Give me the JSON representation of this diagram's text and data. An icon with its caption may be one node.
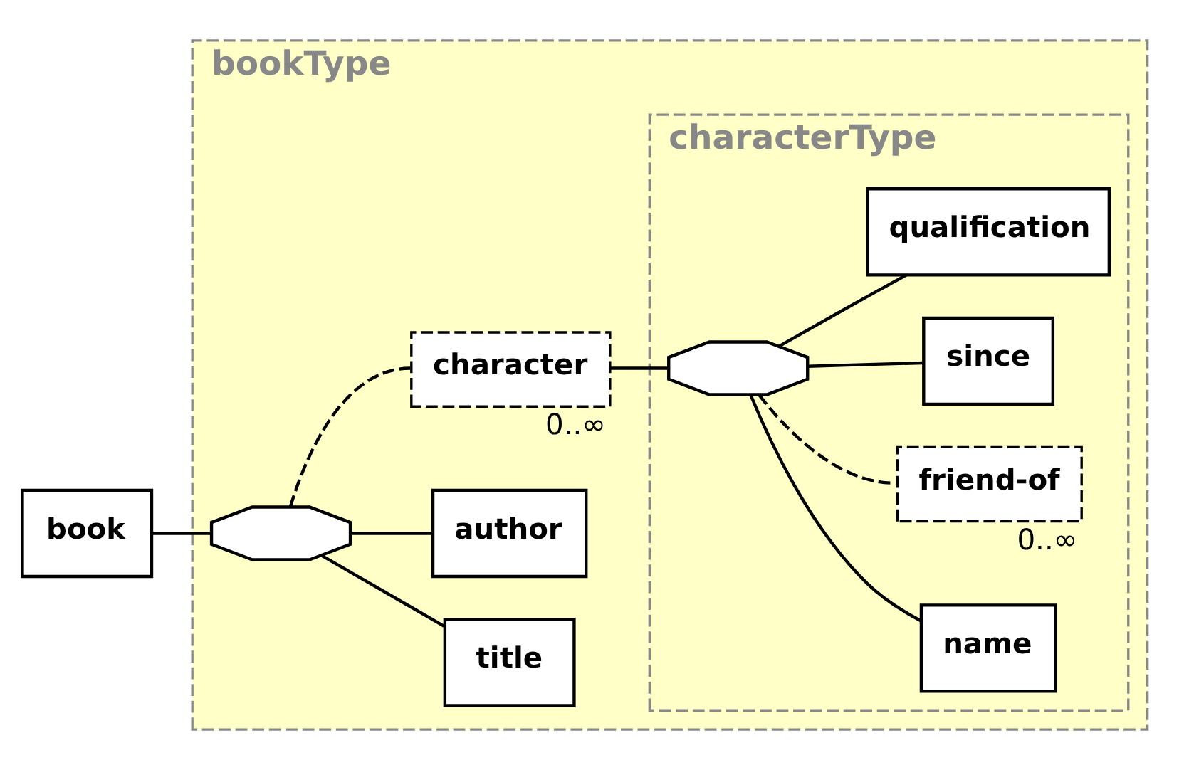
{
  "diagram": {
    "nodes": [
      {
        "text": [
          "bookType"
        ]
      },
      {
        "text": [
          "book"
        ]
      },
      {
        "text": [],
        "shape": "octagon",
        "in": 0
      },
      {
        "text": [
          "title"
        ],
        "in": 0
      },
      {
        "text": [
          "author"
        ],
        "in": 0
      },
      {
        "text": [
          "character"
        ],
        "in": 0,
        "beside": [
          "0..∞"
        ]
      },
      {
        "text": [
          "characterType"
        ],
        "in": 0
      },
      {
        "text": [],
        "shape": "octagon",
        "in": 6
      },
      {
        "text": [
          "name"
        ],
        "in": 6
      },
      {
        "text": [
          "friend-of"
        ],
        "in": 6,
        "beside": [
          "0..∞"
        ]
      },
      {
        "text": [
          "since"
        ],
        "in": 6
      },
      {
        "text": [
          "qualification"
        ],
        "in": 6
      }
    ],
    "edges": [
      {
        "from": 1,
        "to": 2,
        "arrow": "none"
      },
      {
        "from": 2,
        "to": 3,
        "arrow": "none"
      },
      {
        "from": 2,
        "to": 4,
        "arrow": "none"
      },
      {
        "from": 2,
        "to": 5,
        "arrow": "none",
        "style": "dashed"
      },
      {
        "from": 5,
        "to": 7,
        "arrow": "none"
      },
      {
        "from": 7,
        "to": 8,
        "arrow": "none"
      },
      {
        "from": 7,
        "to": 9,
        "arrow": "none",
        "style": "dashed"
      },
      {
        "from": 7,
        "to": 10,
        "arrow": "none"
      },
      {
        "from": 7,
        "to": 11,
        "arrow": "none"
      }
    ]
  }
}
